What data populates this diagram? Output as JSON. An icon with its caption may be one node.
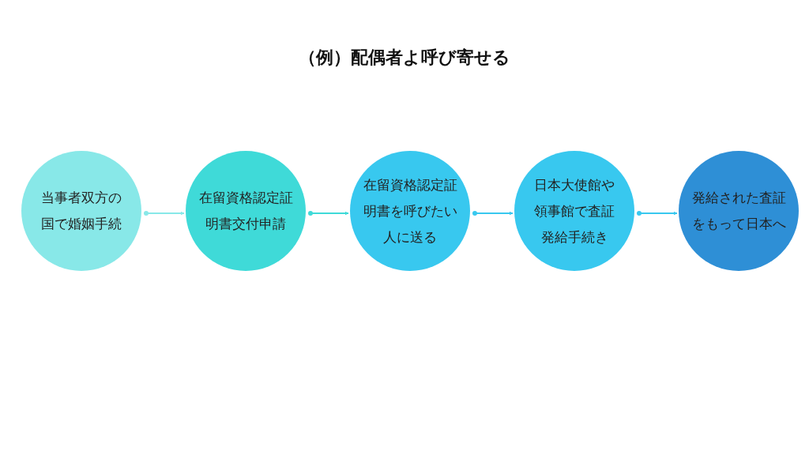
{
  "diagram": {
    "title": "（例）配偶者よ呼び寄せる",
    "nodes": [
      {
        "text": [
          "当事者双方の国で婚姻手続"
        ]
      },
      {
        "text": [
          "在留資格認定証明書交付申請"
        ]
      },
      {
        "text": [
          "在留資格認定証明書を呼びたい人に送る"
        ]
      },
      {
        "text": [
          "日本大使館や領事館で査証発給手続き"
        ]
      },
      {
        "text": [
          "発給された査証をもって日本へ"
        ]
      }
    ],
    "edges": [
      {
        "from": 0,
        "to": 1,
        "arrow": "to",
        "color": "#88e8e8"
      },
      {
        "from": 1,
        "to": 2,
        "arrow": "to",
        "color": "#3fdad8"
      },
      {
        "from": 2,
        "to": 3,
        "arrow": "to"
      },
      {
        "from": 3,
        "to": 4,
        "arrow": "to"
      }
    ]
  }
}
